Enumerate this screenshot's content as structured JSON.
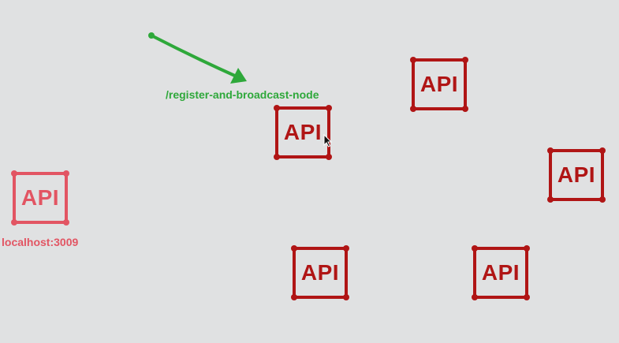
{
  "diagram": {
    "nodes": [
      {
        "id": "n1",
        "label": "API"
      },
      {
        "id": "n2",
        "label": "API"
      },
      {
        "id": "n3",
        "label": "API"
      },
      {
        "id": "n4",
        "label": "API"
      },
      {
        "id": "n5",
        "label": "API"
      },
      {
        "id": "n6",
        "label": "API"
      }
    ],
    "route_label": "/register-and-broadcast-node",
    "host_label": "localhost:3009"
  },
  "colors": {
    "node": "#b01515",
    "new_node": "#e25563",
    "arrow": "#2ea83a",
    "background": "#e0e1e2"
  }
}
